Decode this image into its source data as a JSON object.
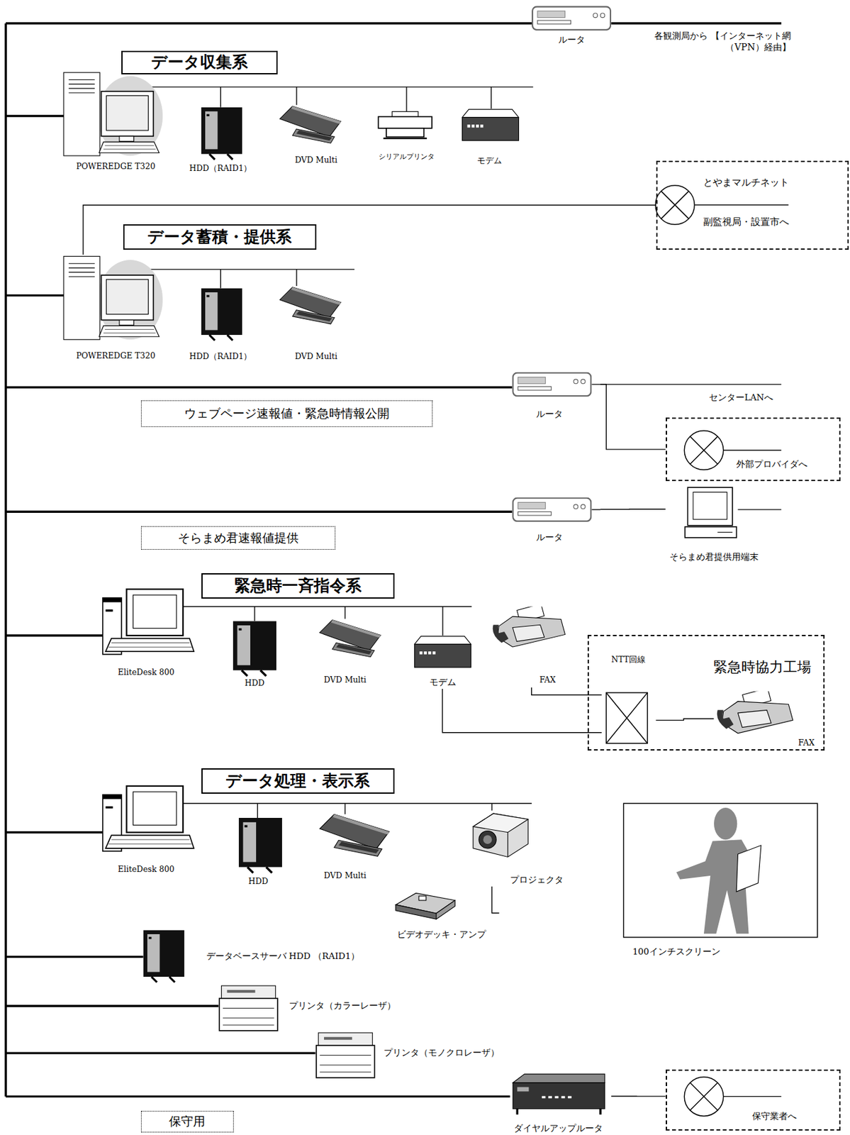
{
  "diagram": {
    "nodes": [
      {
        "text": [
          "ルータ"
        ]
      },
      {
        "text": [
          "データ収集系"
        ]
      },
      {
        "text": [
          "POWEREDGE T320"
        ]
      },
      {
        "text": [
          "HDD（RAID1）"
        ]
      },
      {
        "text": [
          "DVD Multi"
        ]
      },
      {
        "text": [
          "シリアルプリンタ"
        ]
      },
      {
        "text": [
          "モデム"
        ]
      },
      {
        "text": [
          "とやまマルチネット",
          "副監視局・設置市へ"
        ]
      },
      {
        "text": [
          "データ蓄積・提供系"
        ]
      },
      {
        "text": [
          "POWEREDGE T320"
        ]
      },
      {
        "text": [
          "HDD（RAID1）"
        ]
      },
      {
        "text": [
          "DVD Multi"
        ]
      },
      {
        "text": [
          "ウェブページ速報値・緊急時情報公開"
        ]
      },
      {
        "text": [
          "ルータ"
        ]
      },
      {
        "text": [
          "外部プロバイダへ"
        ]
      },
      {
        "text": [
          "そらまめ君速報値提供"
        ]
      },
      {
        "text": [
          "ルータ"
        ]
      },
      {
        "text": [
          "そらまめ君提供用端末"
        ]
      },
      {
        "text": [
          "緊急時一斉指令系"
        ]
      },
      {
        "text": [
          "EliteDesk 800"
        ]
      },
      {
        "text": [
          "HDD"
        ]
      },
      {
        "text": [
          "DVD Multi"
        ]
      },
      {
        "text": [
          "モデム"
        ]
      },
      {
        "text": [
          "FAX"
        ]
      },
      {
        "text": [
          "緊急時協力工場"
        ]
      },
      {
        "text": [
          "NTT回線"
        ],
        "in": 24
      },
      {
        "text": [
          "FAX"
        ],
        "in": 24
      },
      {
        "text": [
          "データ処理・表示系"
        ]
      },
      {
        "text": [
          "EliteDesk 800"
        ]
      },
      {
        "text": [
          "HDD"
        ]
      },
      {
        "text": [
          "DVD Multi"
        ]
      },
      {
        "text": [
          "プロジェクタ"
        ]
      },
      {
        "text": [
          "ビデオデッキ・アンプ"
        ]
      },
      {
        "text": [
          "100インチスクリーン"
        ]
      },
      {
        "text": [
          "データベースサーバ HDD （RAID1）"
        ]
      },
      {
        "text": [
          "プリンタ（カラーレーザ）"
        ]
      },
      {
        "text": [
          "プリンタ（モノクロレーザ）"
        ]
      },
      {
        "text": [
          "ダイヤルアップルータ"
        ]
      },
      {
        "text": [
          "保守業者へ"
        ]
      },
      {
        "text": [
          "保守用"
        ]
      }
    ],
    "edges": [
      {
        "from": 9,
        "to": 7,
        "arrow": "none"
      },
      {
        "from": 13,
        "to": 14,
        "arrow": "none"
      },
      {
        "from": 16,
        "to": 17,
        "arrow": "none"
      },
      {
        "from": 22,
        "to": 25,
        "arrow": "none"
      },
      {
        "from": 23,
        "to": 25,
        "arrow": "none"
      },
      {
        "from": 25,
        "to": 26,
        "arrow": "none"
      },
      {
        "from": 32,
        "to": 31,
        "arrow": "none"
      },
      {
        "from": 37,
        "to": 38,
        "arrow": "none"
      }
    ],
    "labels": [
      "各観測局から 【インターネット網（VPN）経由】",
      "センターLANへ"
    ]
  }
}
